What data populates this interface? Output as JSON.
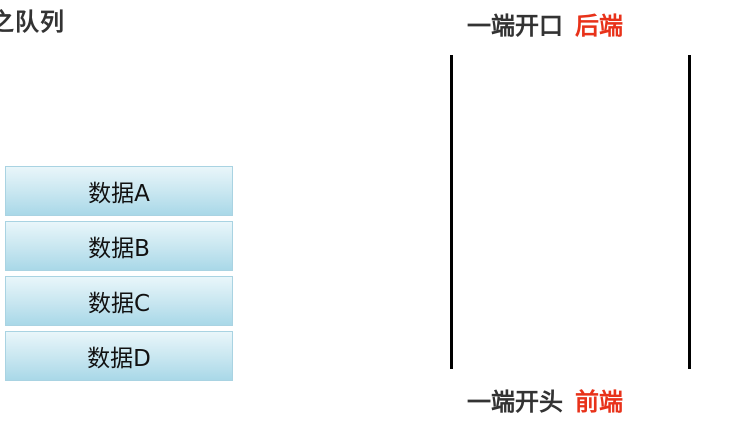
{
  "title": "之队列",
  "data_items": [
    "数据A",
    "数据B",
    "数据C",
    "数据D"
  ],
  "top_end": {
    "text": "一端开口",
    "highlight": "后端"
  },
  "bottom_end": {
    "text": "一端开头",
    "highlight": "前端"
  },
  "colors": {
    "accent": "#e8321a",
    "box_border": "#a9d3e2",
    "box_fill": "#c7e6f0",
    "text": "#333333"
  }
}
